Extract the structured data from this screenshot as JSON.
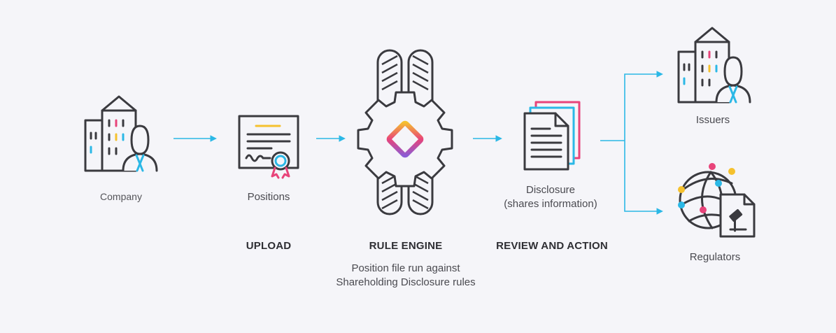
{
  "nodes": {
    "company": {
      "label": "Company"
    },
    "positions": {
      "label": "Positions"
    },
    "disclosure": {
      "line1": "Disclosure",
      "line2": "(shares information)"
    },
    "issuers": {
      "label": "Issuers"
    },
    "regulators": {
      "label": "Regulators"
    }
  },
  "steps": {
    "upload": {
      "title": "UPLOAD"
    },
    "rule_engine": {
      "title": "RULE ENGINE",
      "desc_line1": "Position file run against",
      "desc_line2": "Shareholding Disclosure rules"
    },
    "review": {
      "title": "REVIEW AND ACTION"
    }
  },
  "colors": {
    "stroke": "#3a3a3f",
    "arrow": "#2bb8e6",
    "pink": "#e8447a",
    "yellow": "#f5c12e",
    "blue": "#2bb8e6",
    "purple": "#8a5cd6"
  }
}
